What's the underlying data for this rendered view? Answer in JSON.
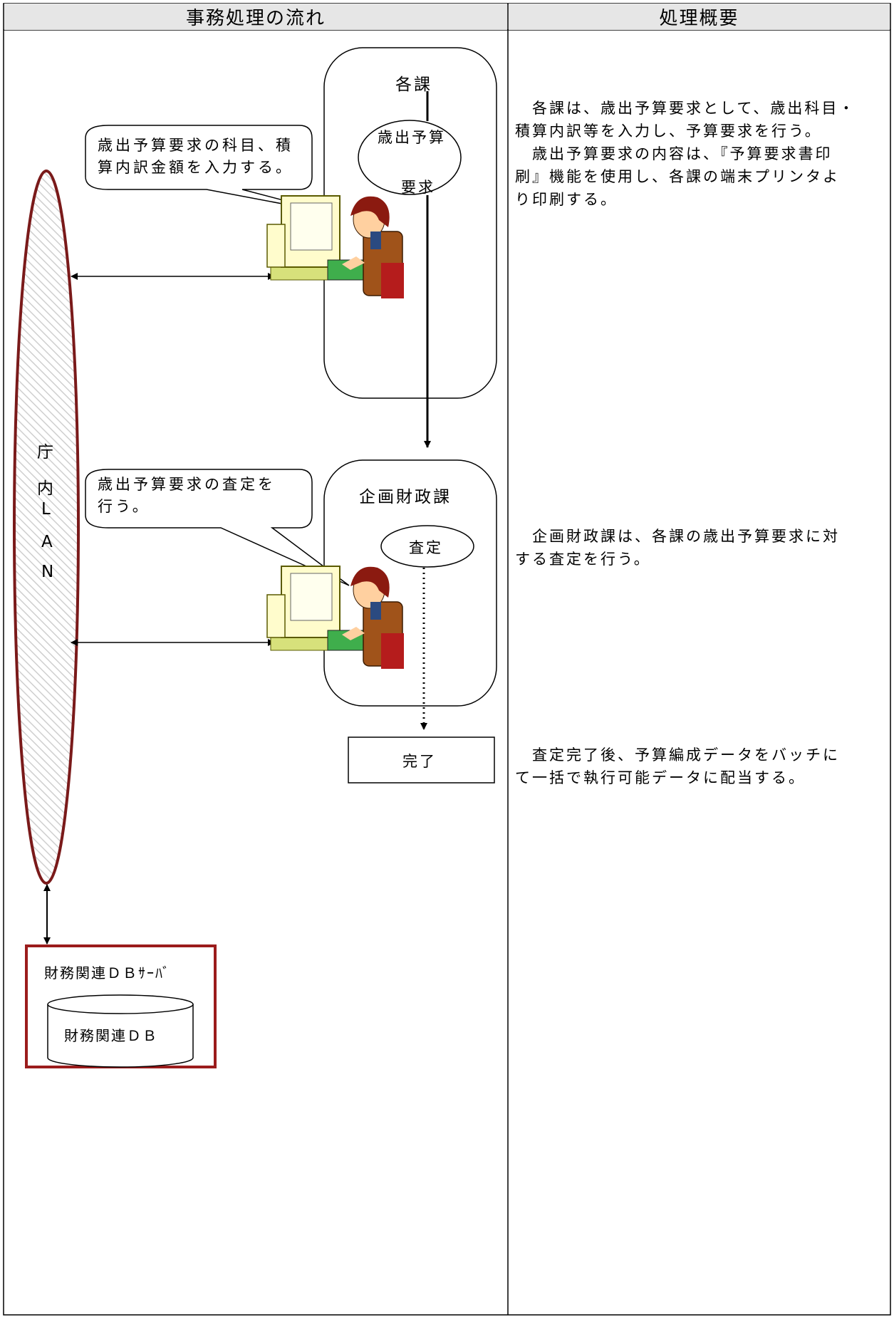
{
  "headers": {
    "flow": "事務処理の流れ",
    "summary": "処理概要"
  },
  "lan": {
    "label_chars": [
      "庁",
      "内",
      "L",
      "A",
      "N"
    ]
  },
  "departments": {
    "kakuka": {
      "title": "各課",
      "process_line1": "歳出予算",
      "process_line2": "要求",
      "callout": "歳出予算要求の科目、積\n算内訳金額を入力する。"
    },
    "kikaku": {
      "title": "企画財政課",
      "process": "査定",
      "callout": "歳出予算要求の査定を\n行う。"
    }
  },
  "completion": "完了",
  "db": {
    "server_label": "財務関連ＤＢｻｰﾊﾞ",
    "db_label": "財務関連ＤＢ"
  },
  "summary_text": {
    "block1": "　各課は、歳出予算要求として、歳出科目・\n積算内訳等を入力し、予算要求を行う。\n　歳出予算要求の内容は、『予算要求書印\n刷』機能を使用し、各課の端末プリンタよ\nり印刷する。",
    "block2": "　企画財政課は、各課の歳出予算要求に対\nする査定を行う。",
    "block3": "　査定完了後、予算編成データをバッチに\nて一括で執行可能データに配当する。"
  },
  "colors": {
    "header_bg": "#e6e6e6",
    "lan_outline": "#7a1a1a",
    "db_outline": "#9b1c1c",
    "hatch": "#cfcfcf"
  }
}
